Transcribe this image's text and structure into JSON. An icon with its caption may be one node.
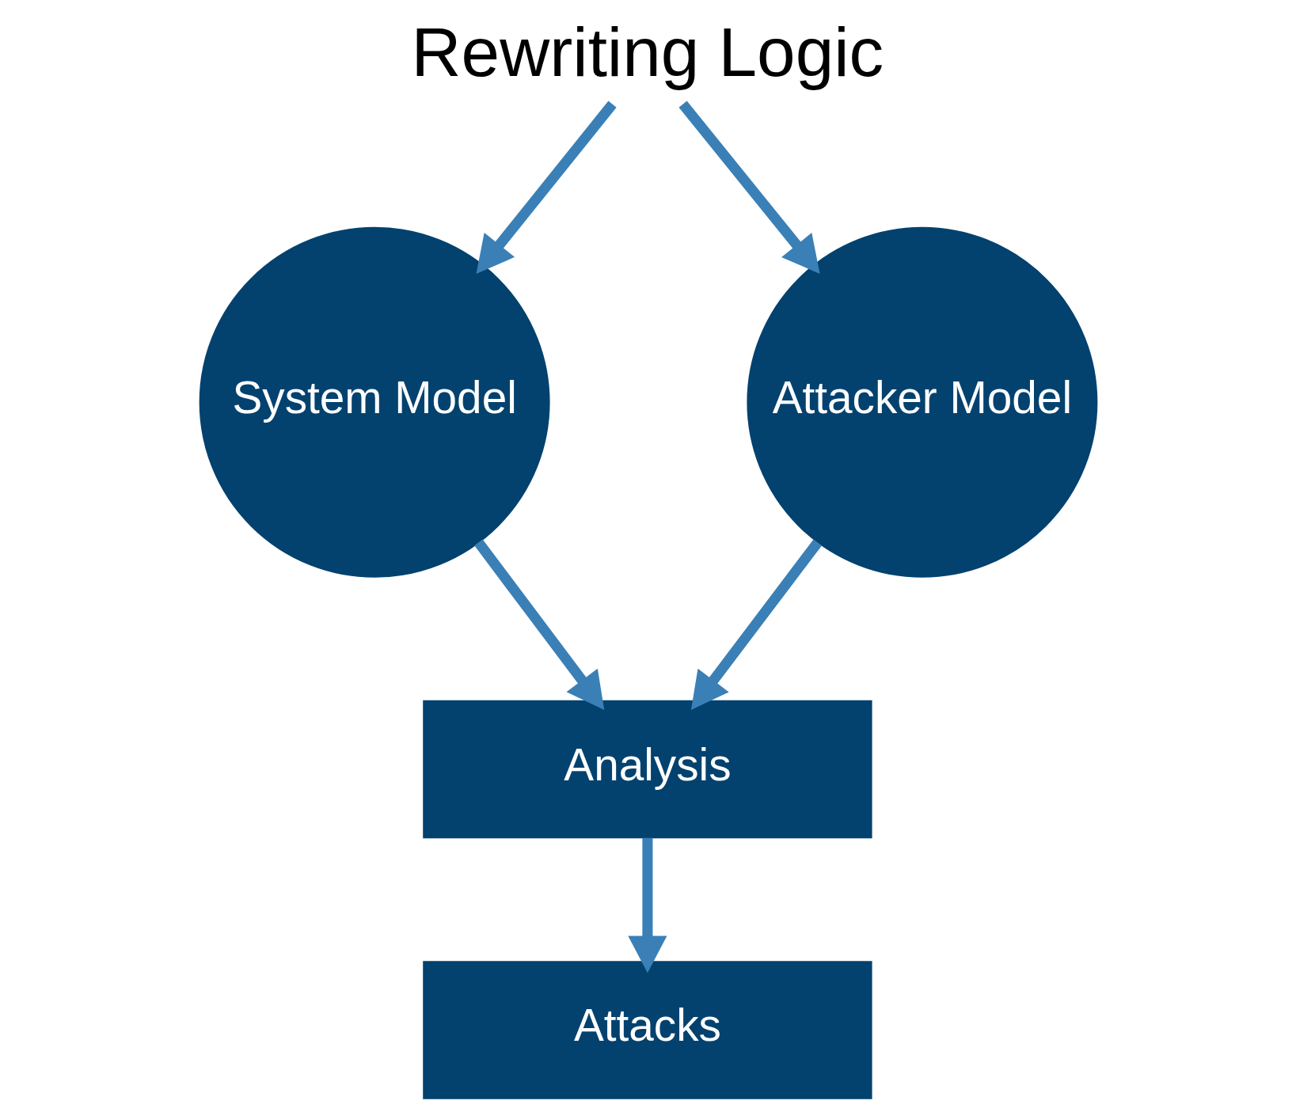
{
  "diagram": {
    "nodes": [
      {
        "text": [
          "Rewriting Logic"
        ]
      },
      {
        "text": [
          "System Model"
        ]
      },
      {
        "text": [
          "Attacker Model"
        ]
      },
      {
        "text": [
          "Analysis"
        ]
      },
      {
        "text": [
          "Attacks"
        ]
      }
    ],
    "edges": [
      {
        "from": 0,
        "to": 1,
        "arrow": "to"
      },
      {
        "from": 0,
        "to": 2,
        "arrow": "to"
      },
      {
        "from": 1,
        "to": 3,
        "arrow": "to"
      },
      {
        "from": 2,
        "to": 3,
        "arrow": "to"
      },
      {
        "from": 3,
        "to": 4,
        "arrow": "to"
      }
    ]
  }
}
